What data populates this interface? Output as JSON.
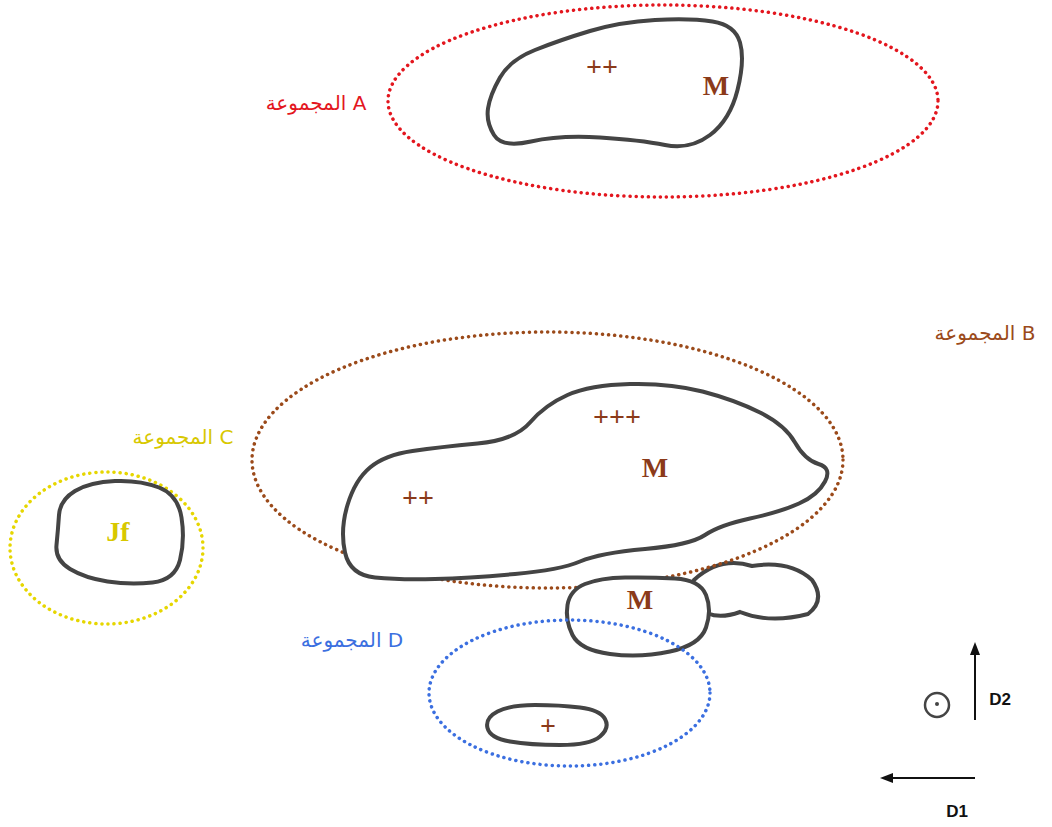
{
  "diagram": {
    "nodes": [
      {
        "text": [
          "المجموعة A"
        ]
      },
      {
        "text": [
          "++",
          "M"
        ],
        "in": 0
      },
      {
        "text": [
          "المجموعة B"
        ]
      },
      {
        "text": [
          "+++",
          "M",
          "++"
        ],
        "in": 2
      },
      {
        "text": [
          "المجموعة C"
        ]
      },
      {
        "text": [
          "Jf"
        ],
        "in": 4
      },
      {
        "text": [
          "M"
        ]
      },
      {
        "text": [
          "المجموعة D"
        ]
      },
      {
        "text": [
          "+"
        ],
        "in": 7
      }
    ],
    "labels": [
      "D1",
      "D2"
    ]
  }
}
